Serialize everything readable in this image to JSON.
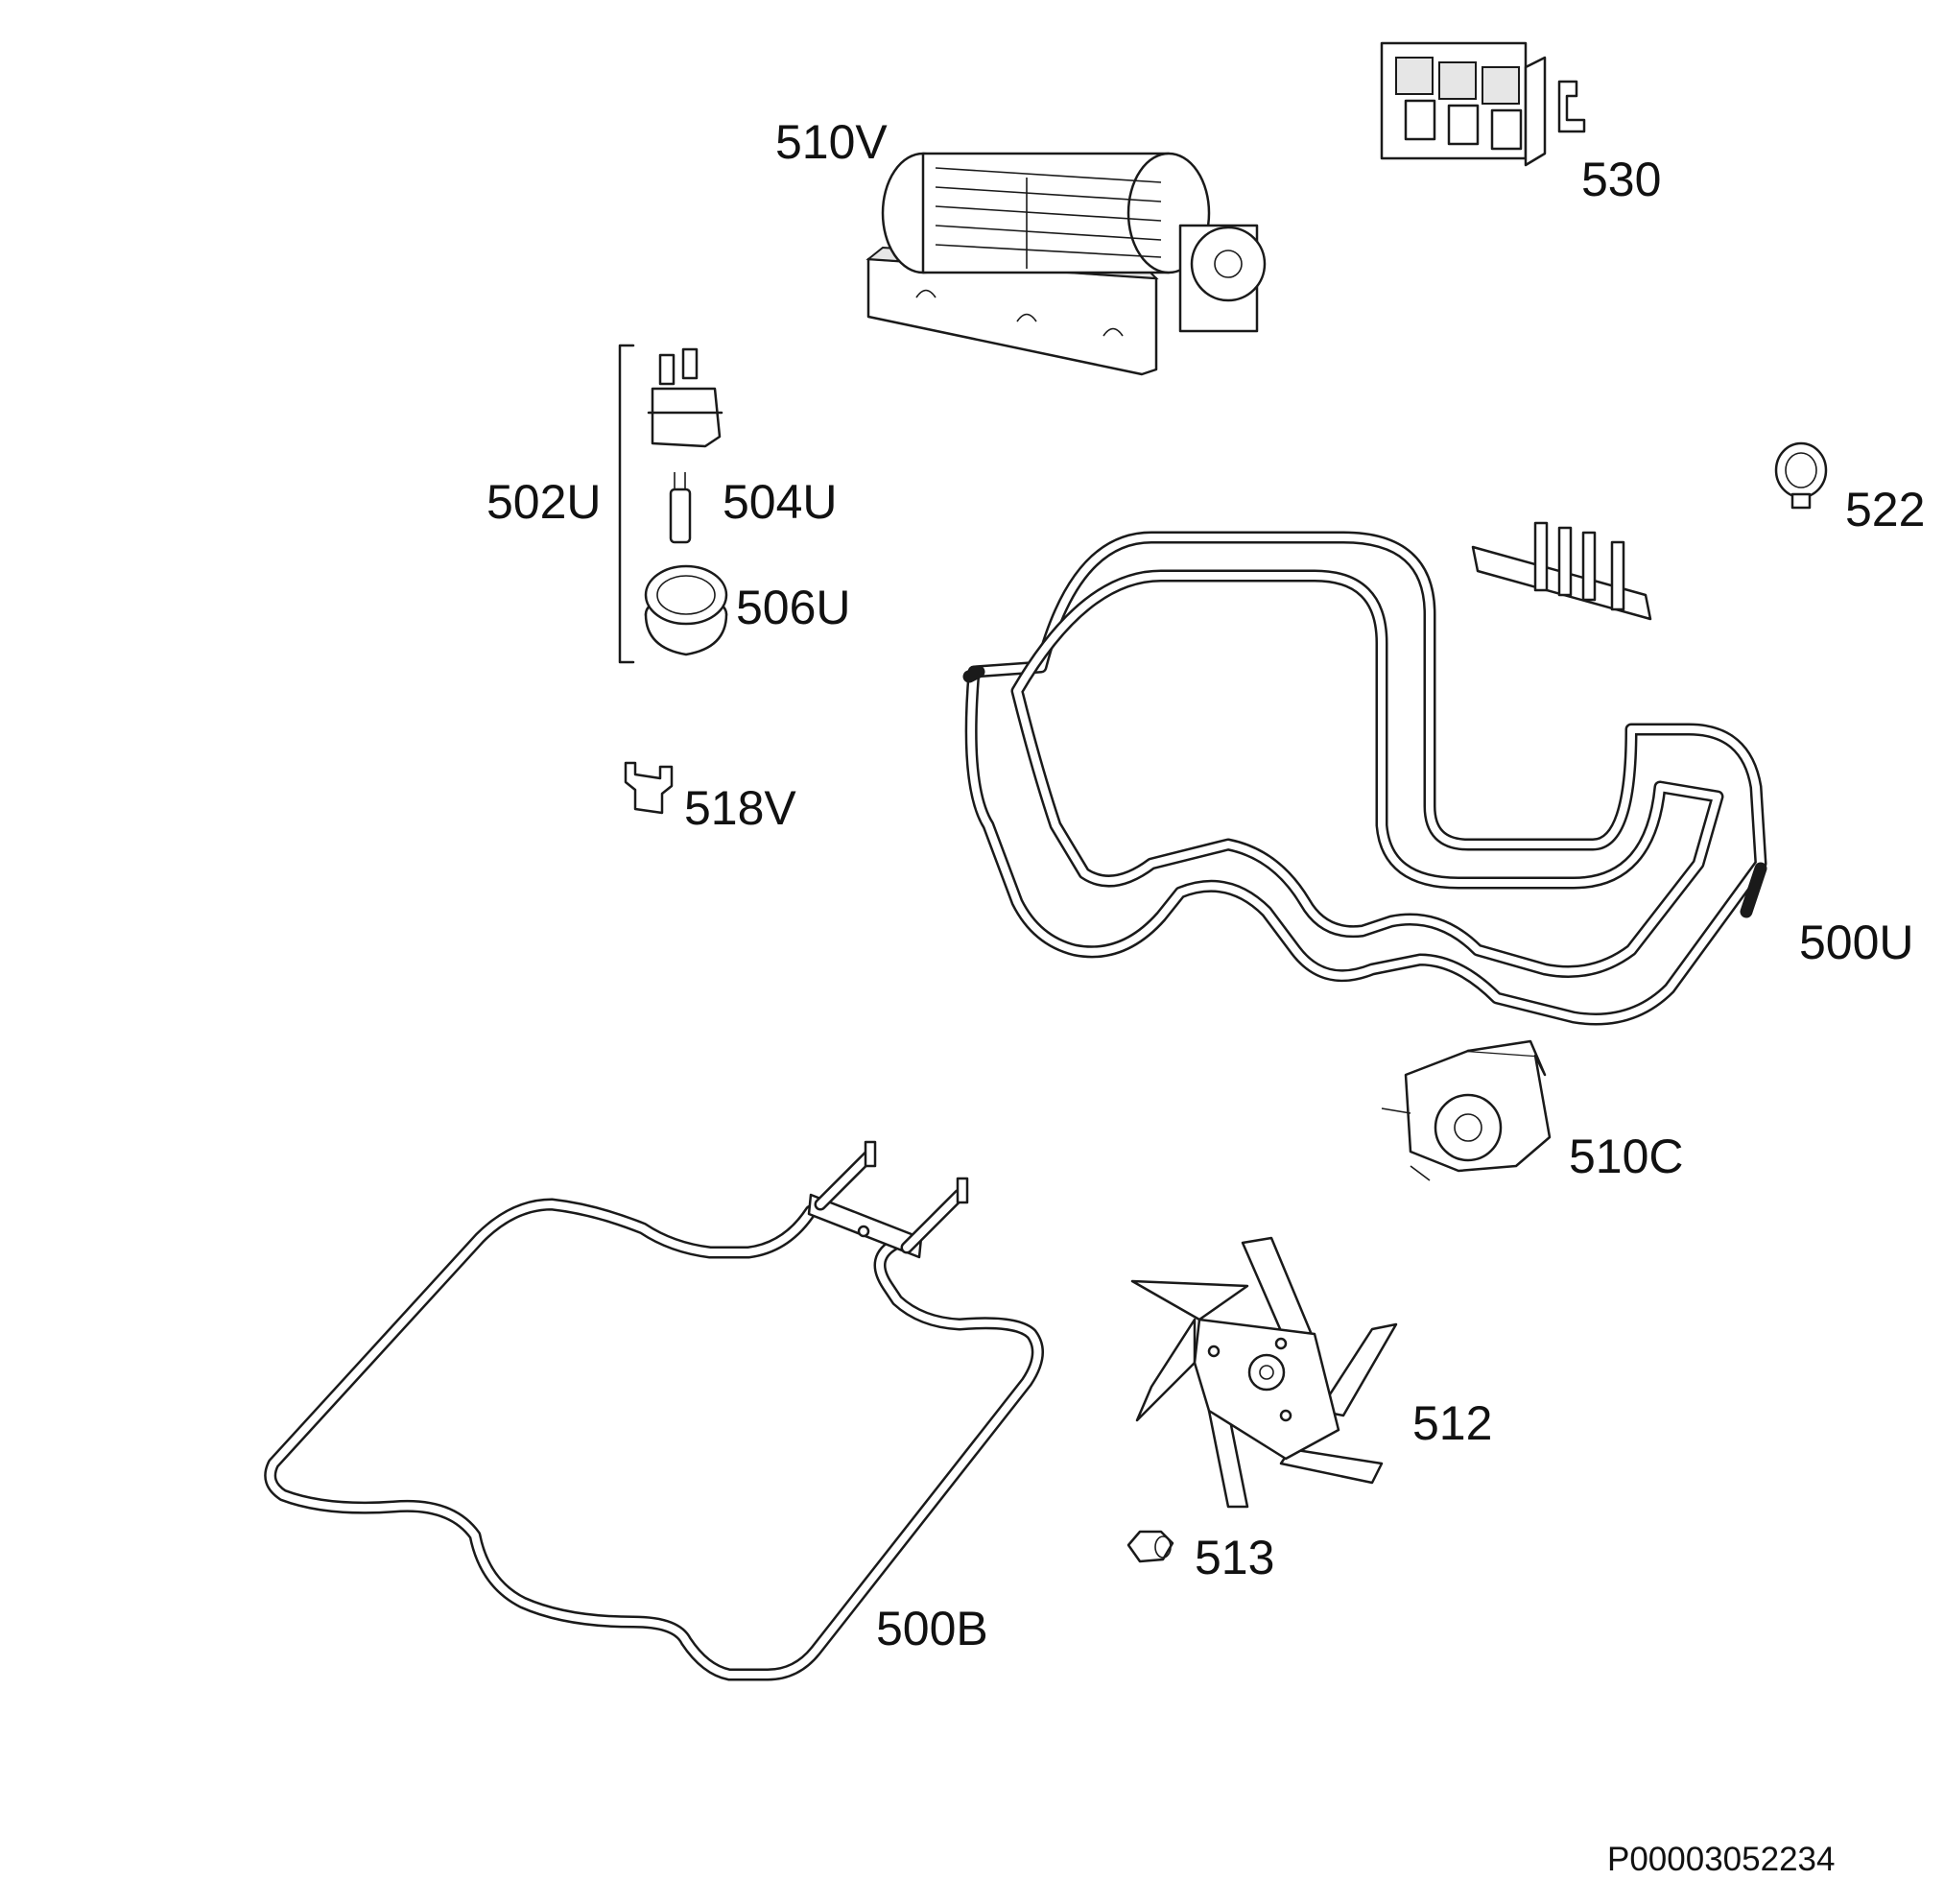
{
  "diagram": {
    "labels": {
      "p510V": "510V",
      "p530": "530",
      "p502U": "502U",
      "p504U": "504U",
      "p506U": "506U",
      "p522": "522",
      "p518V": "518V",
      "p500U": "500U",
      "p510C": "510C",
      "p512": "512",
      "p513": "513",
      "p500B": "500B"
    },
    "reference": "P00003052234"
  }
}
